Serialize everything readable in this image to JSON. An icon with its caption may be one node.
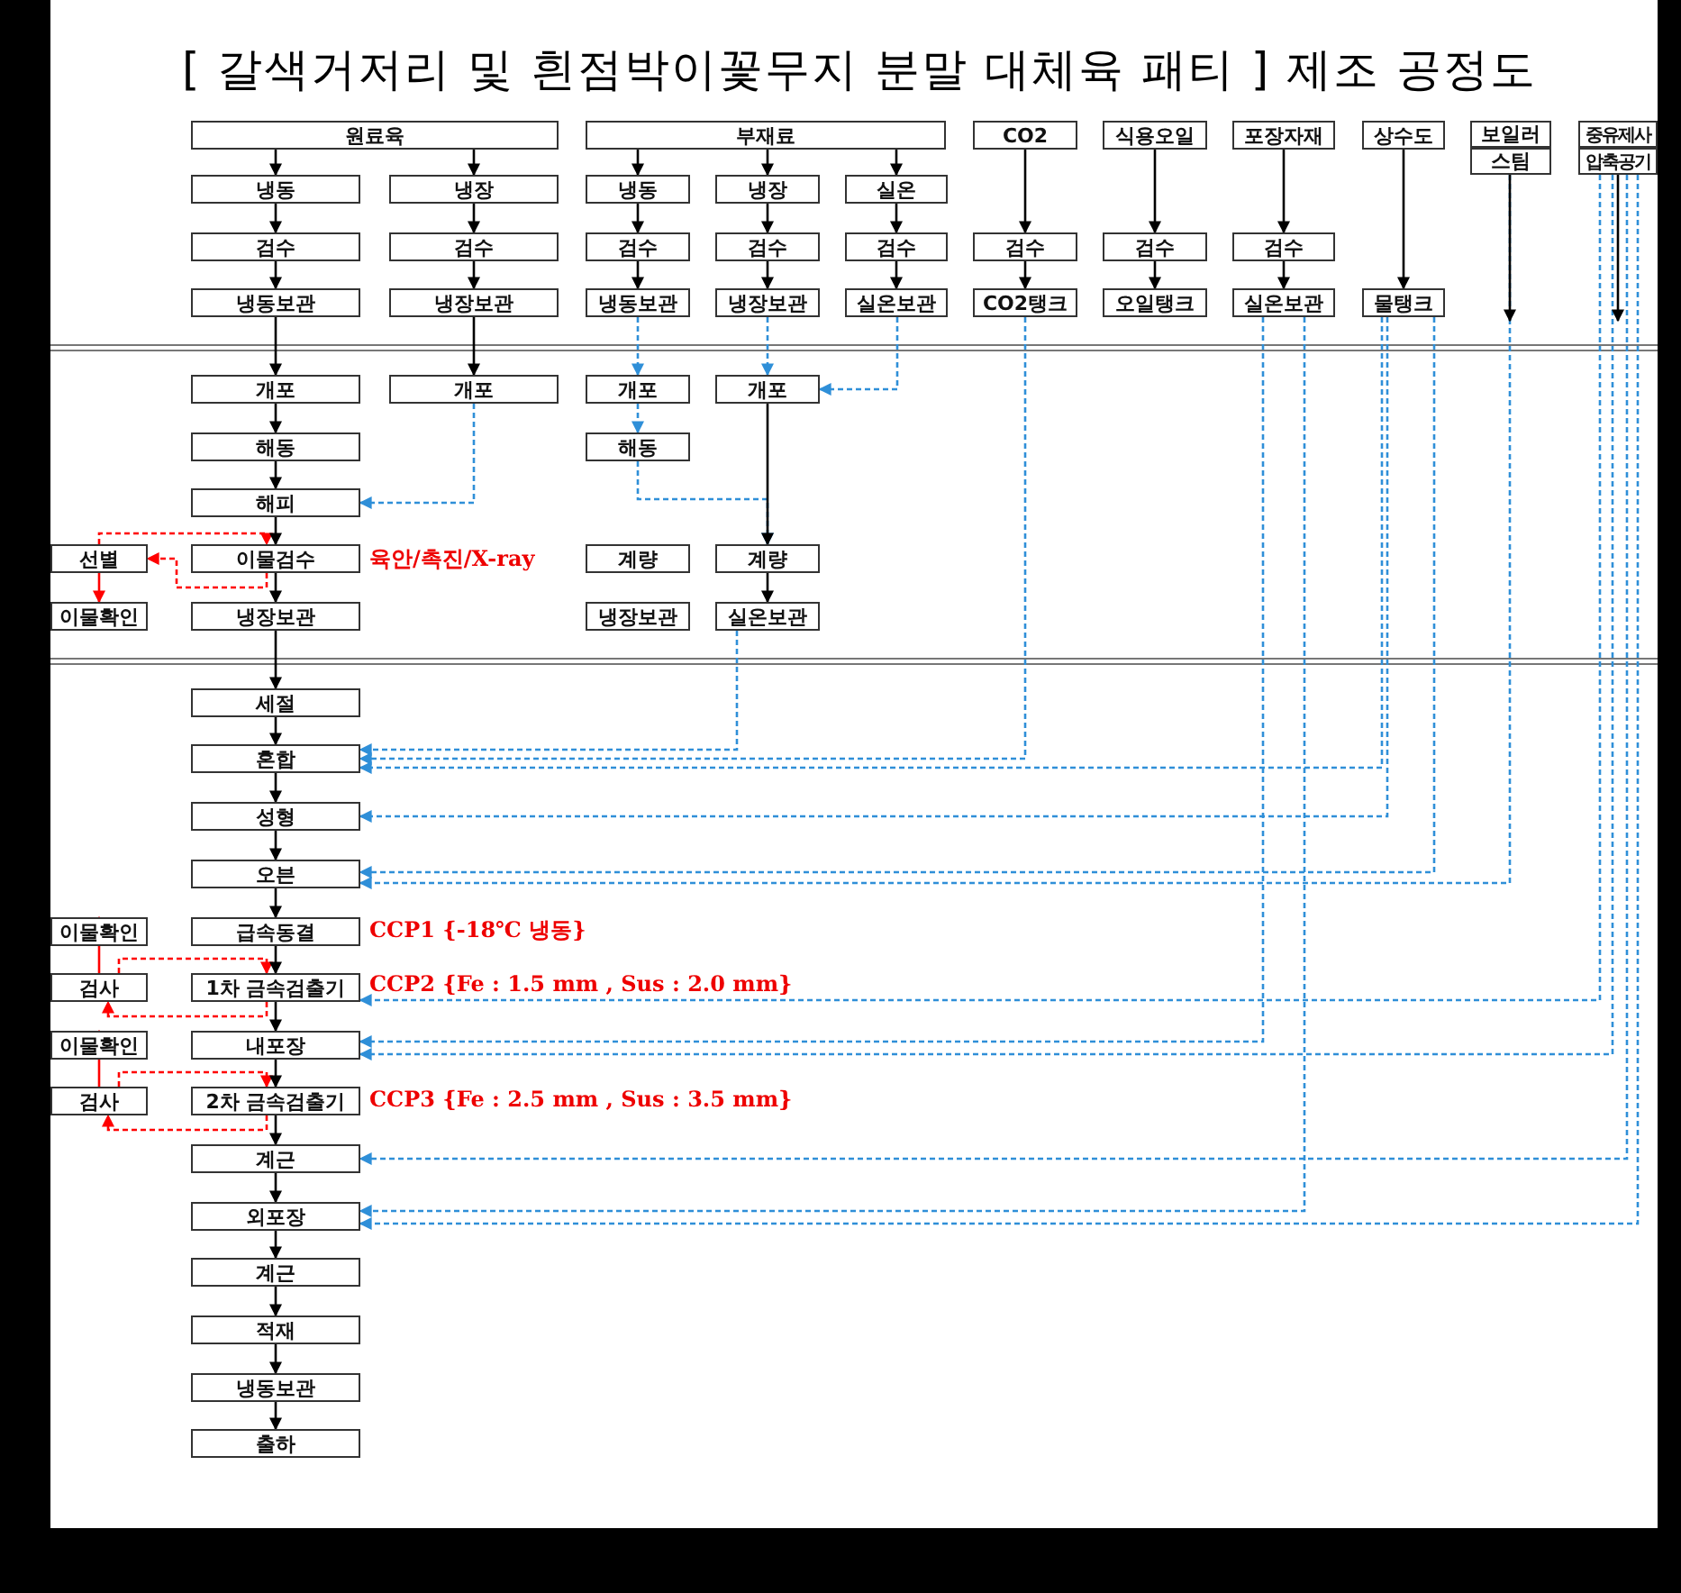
{
  "diagram": {
    "title": "[ 갈색거저리 및 흰점박이꽃무지 분말 대체육 패티 ] 제조 공정도",
    "nodes": [
      {
        "text": [
          "원료육"
        ]
      },
      {
        "text": [
          "부재료"
        ]
      },
      {
        "text": [
          "CO2"
        ]
      },
      {
        "text": [
          "식용오일"
        ]
      },
      {
        "text": [
          "포장자재"
        ]
      },
      {
        "text": [
          "상수도"
        ]
      },
      {
        "text": [
          "보일러"
        ]
      },
      {
        "text": [
          "스팀"
        ]
      },
      {
        "text": [
          "중유제사"
        ]
      },
      {
        "text": [
          "압축공기"
        ]
      },
      {
        "text": [
          "냉동"
        ]
      },
      {
        "text": [
          "냉장"
        ]
      },
      {
        "text": [
          "냉동"
        ]
      },
      {
        "text": [
          "냉장"
        ]
      },
      {
        "text": [
          "실온"
        ]
      },
      {
        "text": [
          "검수"
        ]
      },
      {
        "text": [
          "검수"
        ]
      },
      {
        "text": [
          "검수"
        ]
      },
      {
        "text": [
          "검수"
        ]
      },
      {
        "text": [
          "검수"
        ]
      },
      {
        "text": [
          "검수"
        ]
      },
      {
        "text": [
          "검수"
        ]
      },
      {
        "text": [
          "검수"
        ]
      },
      {
        "text": [
          "냉동보관"
        ]
      },
      {
        "text": [
          "냉장보관"
        ]
      },
      {
        "text": [
          "냉동보관"
        ]
      },
      {
        "text": [
          "냉장보관"
        ]
      },
      {
        "text": [
          "실온보관"
        ]
      },
      {
        "text": [
          "CO2탱크"
        ]
      },
      {
        "text": [
          "오일탱크"
        ]
      },
      {
        "text": [
          "실온보관"
        ]
      },
      {
        "text": [
          "물탱크"
        ]
      },
      {
        "text": [
          "개포"
        ]
      },
      {
        "text": [
          "개포"
        ]
      },
      {
        "text": [
          "개포"
        ]
      },
      {
        "text": [
          "개포"
        ]
      },
      {
        "text": [
          "해동"
        ]
      },
      {
        "text": [
          "해동"
        ]
      },
      {
        "text": [
          "해피"
        ]
      },
      {
        "text": [
          "선별"
        ]
      },
      {
        "text": [
          "이물검수"
        ],
        "beside": [
          "육안/촉진/X-ray"
        ]
      },
      {
        "text": [
          "계량"
        ]
      },
      {
        "text": [
          "계량"
        ]
      },
      {
        "text": [
          "이물확인"
        ]
      },
      {
        "text": [
          "냉장보관"
        ]
      },
      {
        "text": [
          "냉장보관"
        ]
      },
      {
        "text": [
          "실온보관"
        ]
      },
      {
        "text": [
          "세절"
        ]
      },
      {
        "text": [
          "혼합"
        ]
      },
      {
        "text": [
          "성형"
        ]
      },
      {
        "text": [
          "오븐"
        ]
      },
      {
        "text": [
          "이물확인"
        ]
      },
      {
        "text": [
          "급속동결"
        ],
        "beside": [
          "CCP1 {-18℃ 냉동}"
        ]
      },
      {
        "text": [
          "검사"
        ]
      },
      {
        "text": [
          "1차 금속검출기"
        ],
        "beside": [
          "CCP2 {Fe : 1.5 mm , Sus : 2.0 mm}"
        ]
      },
      {
        "text": [
          "이물확인"
        ]
      },
      {
        "text": [
          "내포장"
        ]
      },
      {
        "text": [
          "검사"
        ]
      },
      {
        "text": [
          "2차 금속검출기"
        ],
        "beside": [
          "CCP3 {Fe : 2.5 mm , Sus : 3.5 mm}"
        ]
      },
      {
        "text": [
          "계근"
        ]
      },
      {
        "text": [
          "외포장"
        ]
      },
      {
        "text": [
          "계근"
        ]
      },
      {
        "text": [
          "적재"
        ]
      },
      {
        "text": [
          "냉동보관"
        ]
      },
      {
        "text": [
          "출하"
        ]
      }
    ],
    "edges": [
      {
        "from": 0,
        "to": 10,
        "arrow": "to"
      },
      {
        "from": 0,
        "to": 11,
        "arrow": "to"
      },
      {
        "from": 10,
        "to": 15,
        "arrow": "to"
      },
      {
        "from": 15,
        "to": 23,
        "arrow": "to"
      },
      {
        "from": 11,
        "to": 16,
        "arrow": "to"
      },
      {
        "from": 16,
        "to": 24,
        "arrow": "to"
      },
      {
        "from": 1,
        "to": 12,
        "arrow": "to"
      },
      {
        "from": 1,
        "to": 13,
        "arrow": "to"
      },
      {
        "from": 1,
        "to": 14,
        "arrow": "to"
      },
      {
        "from": 12,
        "to": 17,
        "arrow": "to"
      },
      {
        "from": 17,
        "to": 25,
        "arrow": "to"
      },
      {
        "from": 13,
        "to": 18,
        "arrow": "to"
      },
      {
        "from": 18,
        "to": 26,
        "arrow": "to"
      },
      {
        "from": 14,
        "to": 19,
        "arrow": "to"
      },
      {
        "from": 19,
        "to": 27,
        "arrow": "to"
      },
      {
        "from": 2,
        "to": 20,
        "arrow": "to"
      },
      {
        "from": 20,
        "to": 28,
        "arrow": "to"
      },
      {
        "from": 3,
        "to": 21,
        "arrow": "to"
      },
      {
        "from": 21,
        "to": 29,
        "arrow": "to"
      },
      {
        "from": 4,
        "to": 22,
        "arrow": "to"
      },
      {
        "from": 22,
        "to": 30,
        "arrow": "to"
      },
      {
        "from": 5,
        "to": 31,
        "arrow": "to"
      },
      {
        "from": 7,
        "to": null,
        "arrow": "to"
      },
      {
        "from": 9,
        "to": null,
        "arrow": "to"
      },
      {
        "from": 23,
        "to": 32,
        "arrow": "to"
      },
      {
        "from": 24,
        "to": 33,
        "arrow": "to"
      },
      {
        "from": 32,
        "to": 36,
        "arrow": "to"
      },
      {
        "from": 36,
        "to": 38,
        "arrow": "to"
      },
      {
        "from": 38,
        "to": 40,
        "arrow": "to"
      },
      {
        "from": 40,
        "to": 44,
        "arrow": "to"
      },
      {
        "from": 44,
        "to": 47,
        "arrow": "to"
      },
      {
        "from": 47,
        "to": 48,
        "arrow": "to"
      },
      {
        "from": 48,
        "to": 49,
        "arrow": "to"
      },
      {
        "from": 49,
        "to": 50,
        "arrow": "to"
      },
      {
        "from": 50,
        "to": 52,
        "arrow": "to"
      },
      {
        "from": 52,
        "to": 54,
        "arrow": "to"
      },
      {
        "from": 54,
        "to": 56,
        "arrow": "to"
      },
      {
        "from": 56,
        "to": 58,
        "arrow": "to"
      },
      {
        "from": 58,
        "to": 59,
        "arrow": "to"
      },
      {
        "from": 59,
        "to": 60,
        "arrow": "to"
      },
      {
        "from": 60,
        "to": 61,
        "arrow": "to"
      },
      {
        "from": 61,
        "to": 62,
        "arrow": "to"
      },
      {
        "from": 62,
        "to": 63,
        "arrow": "to"
      },
      {
        "from": 63,
        "to": 64,
        "arrow": "to"
      },
      {
        "from": 35,
        "to": 42,
        "arrow": "to"
      },
      {
        "from": 42,
        "to": 46,
        "arrow": "to"
      },
      {
        "from": 25,
        "to": 34,
        "arrow": "to",
        "style": "dashed",
        "color": "#2f8fd8"
      },
      {
        "from": 34,
        "to": 37,
        "arrow": "to",
        "style": "dashed",
        "color": "#2f8fd8"
      },
      {
        "from": 26,
        "to": 35,
        "arrow": "to",
        "style": "dashed",
        "color": "#2f8fd8"
      },
      {
        "from": 27,
        "to": 35,
        "arrow": "to",
        "style": "dashed",
        "color": "#2f8fd8"
      },
      {
        "from": 33,
        "to": 38,
        "arrow": "to",
        "style": "dashed",
        "color": "#2f8fd8"
      },
      {
        "from": 37,
        "to": 42,
        "arrow": "to",
        "style": "dashed",
        "color": "#2f8fd8"
      },
      {
        "from": 46,
        "to": 48,
        "arrow": "to",
        "style": "dashed",
        "color": "#2f8fd8"
      },
      {
        "from": 28,
        "to": 48,
        "arrow": "to",
        "style": "dashed",
        "color": "#2f8fd8"
      },
      {
        "from": 31,
        "to": 48,
        "arrow": "to",
        "style": "dashed",
        "color": "#2f8fd8"
      },
      {
        "from": 31,
        "to": 49,
        "arrow": "to",
        "style": "dashed",
        "color": "#2f8fd8"
      },
      {
        "from": 31,
        "to": 50,
        "arrow": "to",
        "style": "dashed",
        "color": "#2f8fd8"
      },
      {
        "from": 7,
        "to": 50,
        "arrow": "to",
        "style": "dashed",
        "color": "#2f8fd8"
      },
      {
        "from": 9,
        "to": 54,
        "arrow": "to",
        "style": "dashed",
        "color": "#2f8fd8"
      },
      {
        "from": 30,
        "to": 56,
        "arrow": "to",
        "style": "dashed",
        "color": "#2f8fd8"
      },
      {
        "from": 9,
        "to": 56,
        "arrow": "to",
        "style": "dashed",
        "color": "#2f8fd8"
      },
      {
        "from": 9,
        "to": 59,
        "arrow": "to",
        "style": "dashed",
        "color": "#2f8fd8"
      },
      {
        "from": 30,
        "to": 60,
        "arrow": "to",
        "style": "dashed",
        "color": "#2f8fd8"
      },
      {
        "from": 9,
        "to": 60,
        "arrow": "to",
        "style": "dashed",
        "color": "#2f8fd8"
      },
      {
        "from": 39,
        "to": 40,
        "arrow": "to",
        "style": "dashed",
        "color": "#ff0000"
      },
      {
        "from": 40,
        "to": 39,
        "arrow": "to",
        "style": "dashed",
        "color": "#ff0000"
      },
      {
        "from": 39,
        "to": 43,
        "arrow": "to",
        "color": "#ff0000"
      },
      {
        "from": 53,
        "to": 54,
        "arrow": "to",
        "style": "dashed",
        "color": "#ff0000"
      },
      {
        "from": 54,
        "to": 53,
        "arrow": "to",
        "style": "dashed",
        "color": "#ff0000"
      },
      {
        "from": 53,
        "to": 51,
        "arrow": "to",
        "color": "#ff0000"
      },
      {
        "from": 57,
        "to": 58,
        "arrow": "to",
        "style": "dashed",
        "color": "#ff0000"
      },
      {
        "from": 58,
        "to": 57,
        "arrow": "to",
        "style": "dashed",
        "color": "#ff0000"
      },
      {
        "from": 57,
        "to": 55,
        "arrow": "to",
        "color": "#ff0000"
      }
    ]
  }
}
